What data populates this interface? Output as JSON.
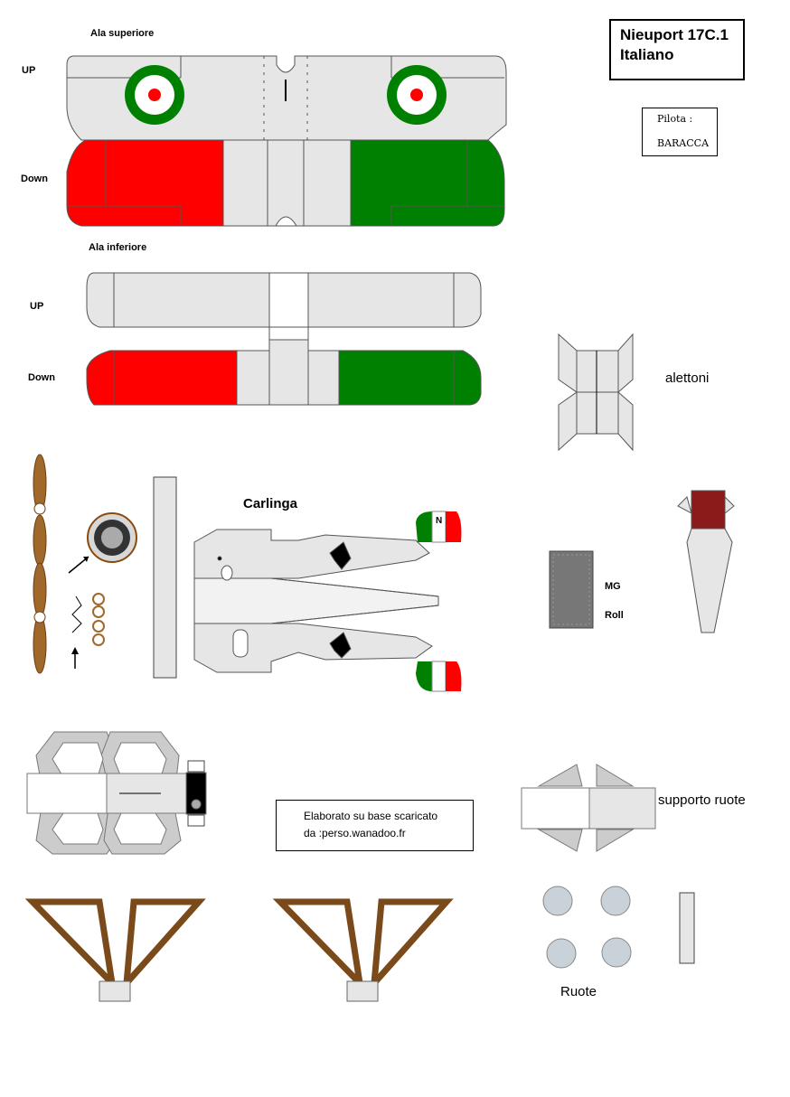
{
  "title": {
    "line1": "Nieuport 17C.1",
    "line2": "Italiano"
  },
  "pilot": {
    "label": "Pilota :",
    "name": "BARACCA"
  },
  "upper_wing": {
    "title": "Ala superiore",
    "up": "UP",
    "down": "Down"
  },
  "lower_wing": {
    "title": "Ala inferiore",
    "up": "UP",
    "down": "Down"
  },
  "ailerons": {
    "label": "alettoni"
  },
  "fuselage": {
    "label": "Carlinga",
    "rudder_letter": "N"
  },
  "gun": {
    "label1": "MG",
    "label2": "Roll"
  },
  "wheel_support": {
    "label": "supporto ruote"
  },
  "wheels": {
    "label": "Ruote"
  },
  "credit": {
    "line1": "Elaborato su base scaricato",
    "line2": "da :perso.wanadoo.fr"
  },
  "colors": {
    "red": "#ff0000",
    "green": "#008000",
    "grey": "#e6e6e6",
    "brown": "#7a4a1a"
  }
}
